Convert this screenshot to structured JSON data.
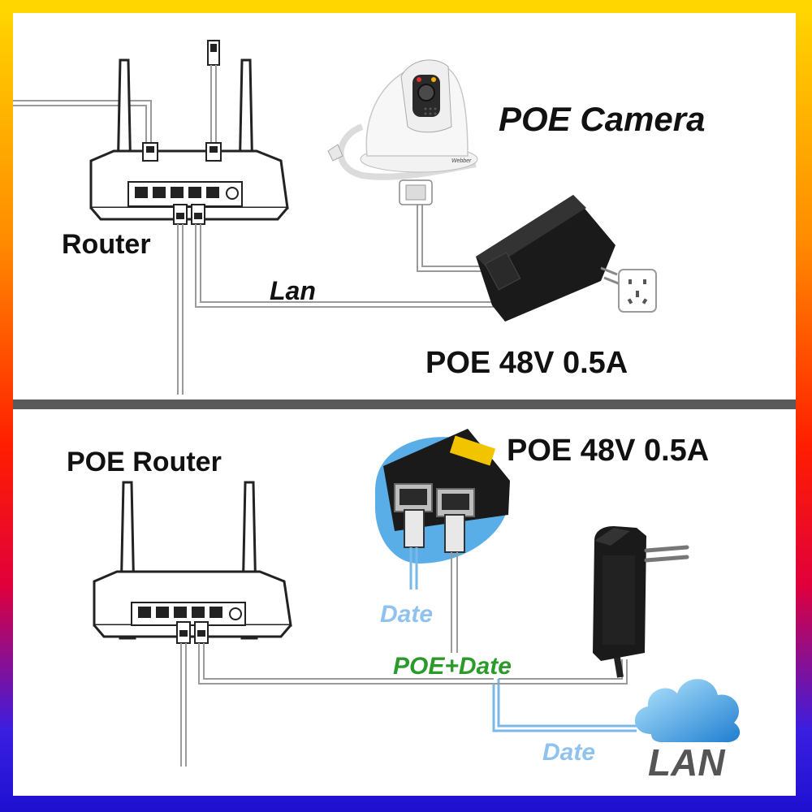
{
  "top": {
    "router_label": "Router",
    "camera_label": "POE Camera",
    "cable_label": "Lan",
    "adapter_label": "POE 48V 0.5A",
    "camera_brand_text": "Webber"
  },
  "bottom": {
    "router_label": "POE Router",
    "adapter_label": "POE 48V 0.5A",
    "data_label_upper": "Date",
    "poe_data_label": "POE+Date",
    "data_label_lower": "Date",
    "lan_label": "LAN"
  },
  "colors": {
    "frame_gradient_top": "#ffd800",
    "frame_gradient_bottom": "#1e10d0",
    "divider": "#5a5a5a",
    "data_label": "#8fc2ee",
    "poe_data_label": "#2a9a2a",
    "lan_label": "#555555",
    "cloud": "#2a9ae0",
    "data_cable": "#7ab8e8",
    "adapter_body": "#1a1a1a"
  },
  "icons": [
    "router-icon",
    "dome-camera-icon",
    "poe-adapter-icon",
    "wall-socket-icon",
    "rj45-plug-icon",
    "poe-injector-closeup-icon",
    "eu-power-adapter-icon",
    "cloud-icon"
  ]
}
